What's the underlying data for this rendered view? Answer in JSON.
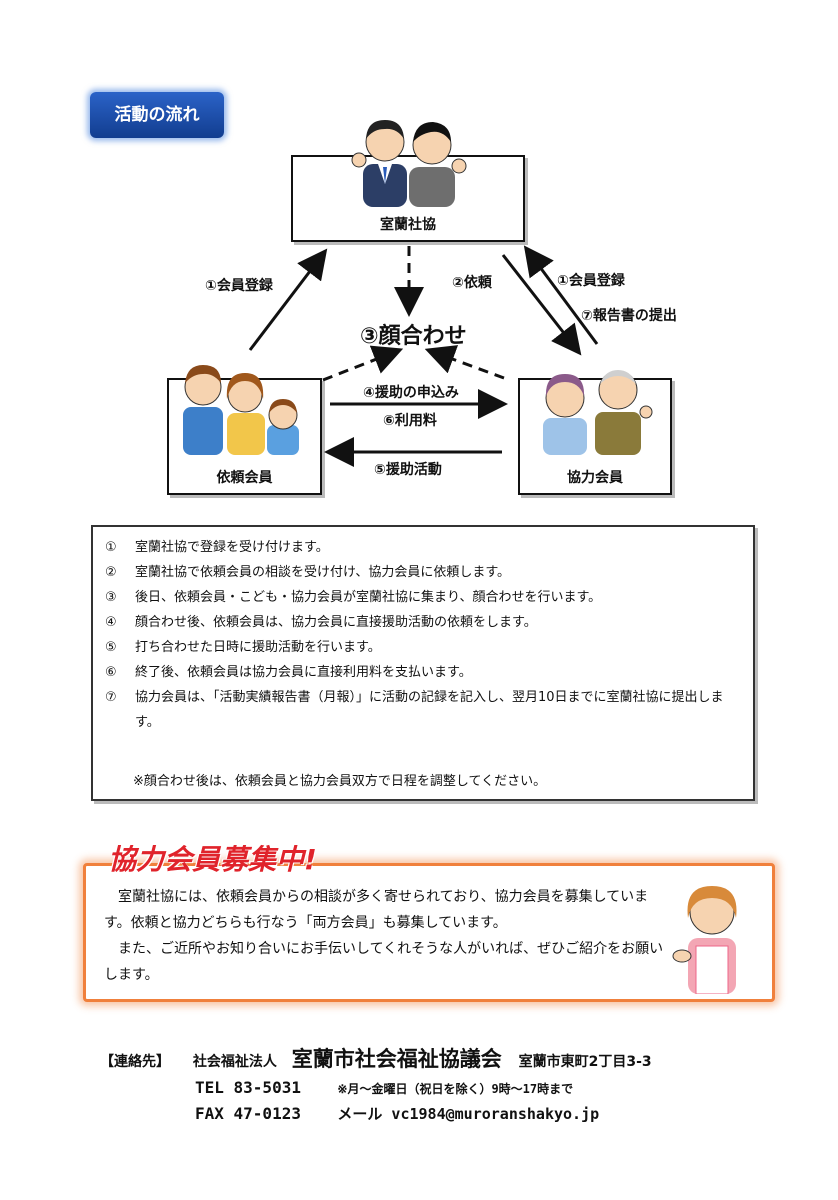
{
  "section_title": "活動の流れ",
  "diagram": {
    "top_box": "室蘭社協",
    "left_box": "依頼会員",
    "right_box": "協力会員",
    "center": "③顔合わせ",
    "arrows": {
      "left_up": "①会員登録",
      "top_right_down": "②依頼",
      "right_up_1": "①会員登録",
      "right_up_2": "⑦報告書の提出",
      "mid_right_1": "④援助の申込み",
      "mid_right_2": "⑥利用料",
      "mid_left": "⑤援助活動"
    }
  },
  "steps": [
    {
      "num": "①",
      "text": "室蘭社協で登録を受け付けます。"
    },
    {
      "num": "②",
      "text": "室蘭社協で依頼会員の相談を受け付け、協力会員に依頼します。"
    },
    {
      "num": "③",
      "text": "後日、依頼会員・こども・協力会員が室蘭社協に集まり、顔合わせを行います。"
    },
    {
      "num": "④",
      "text": "顔合わせ後、依頼会員は、協力会員に直接援助活動の依頼をします。"
    },
    {
      "num": "⑤",
      "text": "打ち合わせた日時に援助活動を行います。"
    },
    {
      "num": "⑥",
      "text": "終了後、依頼会員は協力会員に直接利用料を支払います。"
    },
    {
      "num": "⑦",
      "text": "協力会員は、「活動実績報告書（月報）」に活動の記録を記入し、翌月10日までに室蘭社協に提出します。"
    }
  ],
  "steps_note": "※顔合わせ後は、依頼会員と協力会員双方で日程を調整してください。",
  "recruit": {
    "title": "協力会員募集中!",
    "para1": "室蘭社協には、依頼会員からの相談が多く寄せられており、協力会員を募集しています。依頼と協力どちらも行なう「両方会員」も募集しています。",
    "para2": "また、ご近所やお知り合いにお手伝いしてくれそうな人がいれば、ぜひご紹介をお願いします。"
  },
  "contact": {
    "label": "【連絡先】",
    "org_type": "社会福祉法人",
    "org_name": "室蘭市社会福祉協議会",
    "address": "室蘭市東町2丁目3-3",
    "tel": "TEL 83-5031",
    "hours": "※月～金曜日（祝日を除く）9時～17時まで",
    "fax": "FAX 47-0123",
    "mail": "メール vc1984@muroranshakyo.jp"
  }
}
